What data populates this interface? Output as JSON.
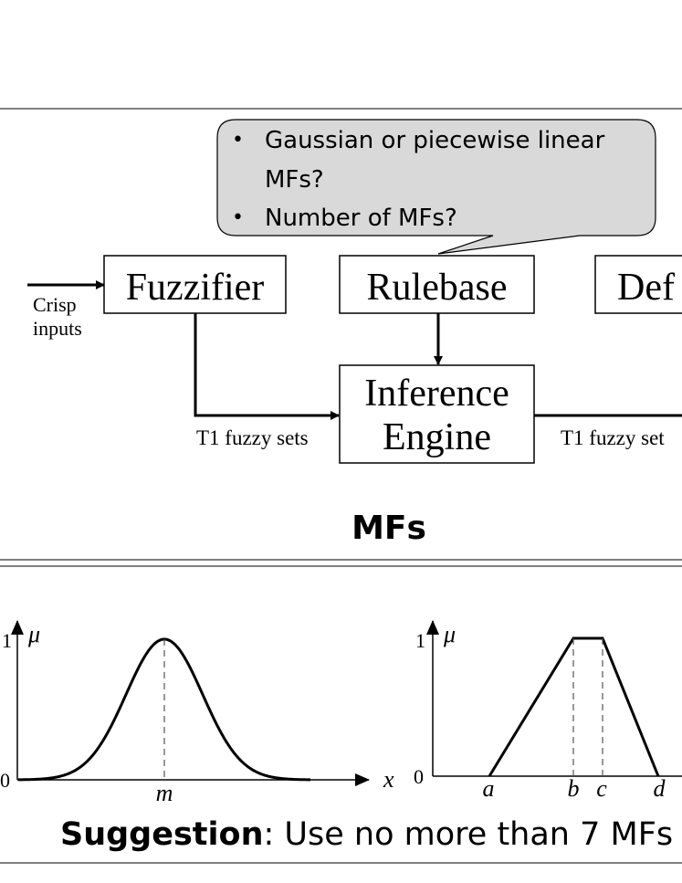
{
  "callout": {
    "bullets": [
      {
        "line1": "Gaussian or piecewise linear",
        "line2": "MFs?"
      },
      {
        "line1": "Number of MFs?",
        "line2": ""
      }
    ],
    "bullet_glyph": "•"
  },
  "diagram": {
    "input_label_line1": "Crisp",
    "input_label_line2": "inputs",
    "fuzzifier": "Fuzzifier",
    "rulebase": "Rulebase",
    "defuzzifier_partial": "Def",
    "inference_line1": "Inference",
    "inference_line2": "Engine",
    "left_edge_label": "T1 fuzzy sets",
    "right_edge_label": "T1 fuzzy set"
  },
  "section_title": "MFs",
  "gaussian_plot": {
    "y_top": "1",
    "y_zero": "0",
    "y_axis": "μ",
    "x_axis": "x",
    "center": "m"
  },
  "trapezoid_plot": {
    "y_top": "1",
    "y_zero": "0",
    "y_axis": "μ",
    "points": [
      "a",
      "b",
      "c",
      "d"
    ]
  },
  "suggestion": {
    "bold": "Suggestion",
    "rest": ": Use no more than 7 MFs"
  },
  "colors": {
    "callout_fill": "#d9d9d9",
    "stroke": "#000000",
    "dash": "#555555"
  }
}
